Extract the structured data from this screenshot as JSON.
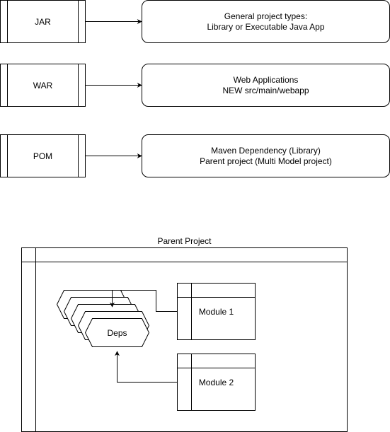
{
  "packaging": [
    {
      "type": "JAR",
      "description": [
        "General project types:",
        "Library or Executable Java App"
      ]
    },
    {
      "type": "WAR",
      "description": [
        "Web Applications",
        "NEW src/main/webapp"
      ]
    },
    {
      "type": "POM",
      "description": [
        "Maven Dependency (Library)",
        "Parent project (Multi Model project)"
      ]
    }
  ],
  "parent": {
    "title": "Parent Project",
    "deps_label": "Deps",
    "modules": [
      {
        "label": "Module 1"
      },
      {
        "label": "Module 2"
      }
    ]
  },
  "colors": {
    "stroke": "#000000",
    "fill": "#ffffff",
    "text": "#000000"
  }
}
